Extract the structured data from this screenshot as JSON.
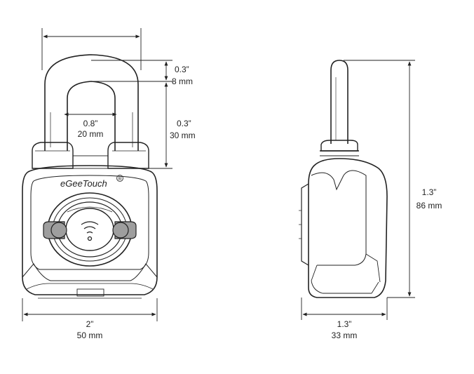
{
  "brand": {
    "name": "eGeeTouch",
    "reg_mark": "®"
  },
  "front_view": {
    "shackle_width": {
      "imperial": "",
      "metric": ""
    },
    "shackle_clearance_top": {
      "imperial": "0.3”",
      "metric": "8 mm"
    },
    "shackle_clearance_height": {
      "imperial": "0.3”",
      "metric": "30 mm"
    },
    "shackle_inner_width": {
      "imperial": "0.8”",
      "metric": "20 mm"
    },
    "body_width": {
      "imperial": "2”",
      "metric": "50 mm"
    }
  },
  "side_view": {
    "total_height": {
      "imperial": "1.3”",
      "metric": "86 mm"
    },
    "body_depth": {
      "imperial": "1.3”",
      "metric": "33 mm"
    }
  },
  "colors": {
    "line": "#222222",
    "button_fill": "#9e9e9e",
    "background": "#ffffff"
  },
  "icons": [
    "wifi-icon",
    "registered-trademark-icon"
  ]
}
